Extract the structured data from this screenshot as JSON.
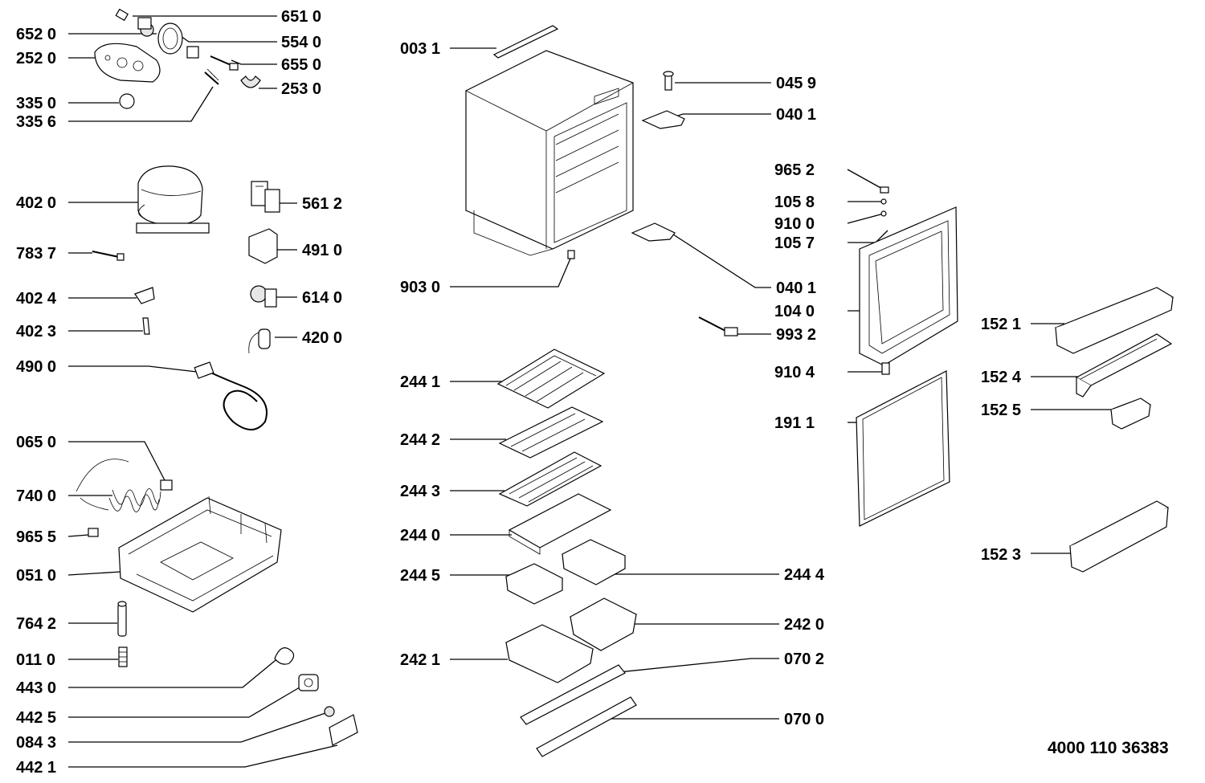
{
  "labels": {
    "p6510": "651 0",
    "p6520": "652 0",
    "p5540": "554 0",
    "p2520": "252 0",
    "p6550": "655 0",
    "p2530": "253 0",
    "p3350": "335 0",
    "p3356": "335 6",
    "p4020": "402 0",
    "p5612": "561 2",
    "p7837": "783 7",
    "p4910": "491 0",
    "p4024": "402 4",
    "p6140": "614 0",
    "p4023": "402 3",
    "p4200": "420 0",
    "p4900": "490 0",
    "p0650": "065 0",
    "p7400": "740 0",
    "p9655": "965 5",
    "p0510": "051 0",
    "p7642": "764 2",
    "p0110": "011 0",
    "p4430": "443 0",
    "p4425": "442 5",
    "p0843": "084 3",
    "p4421": "442 1",
    "p0031": "003 1",
    "p9030": "903 0",
    "p2441": "244 1",
    "p2442": "244 2",
    "p2443": "244 3",
    "p2440": "244 0",
    "p2445": "244 5",
    "p2421": "242 1",
    "p0459": "045 9",
    "p0401a": "040 1",
    "p9652": "965 2",
    "p1058": "105 8",
    "p9100": "910 0",
    "p1057": "105 7",
    "p0401b": "040 1",
    "p1040": "104 0",
    "p9932": "993 2",
    "p9104": "910 4",
    "p1911": "191 1",
    "p2444": "244 4",
    "p2420": "242 0",
    "p0702": "070 2",
    "p0700": "070 0",
    "p1521": "152 1",
    "p1524": "152 4",
    "p1525": "152 5",
    "p1523": "152 3"
  },
  "document_number": "4000 110 36383"
}
